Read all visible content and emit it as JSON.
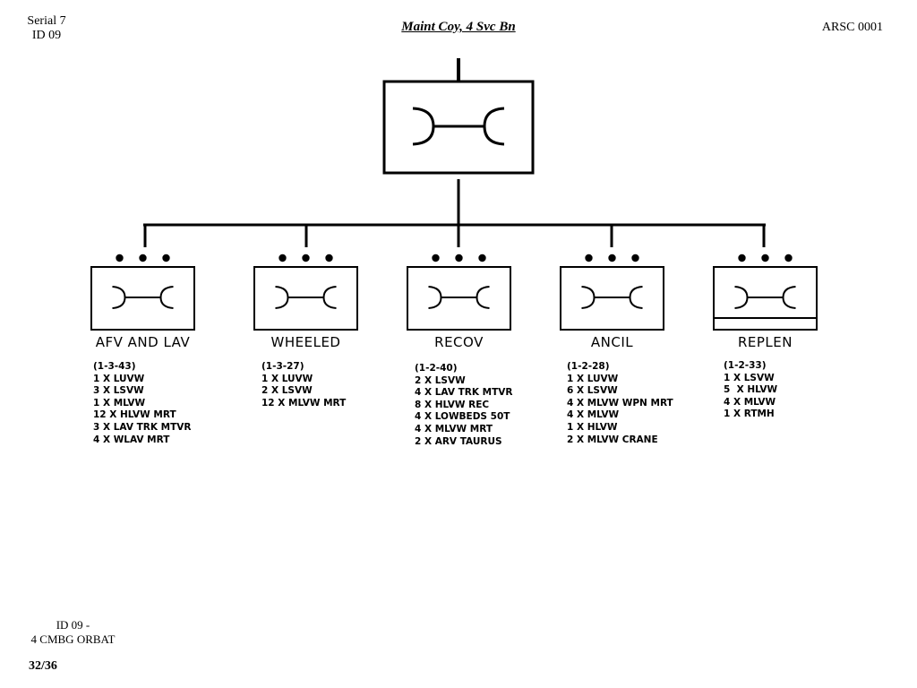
{
  "header": {
    "serial_line1": "Serial 7",
    "serial_line2": "ID 09",
    "title": "Maint Coy, 4 Svc Bn",
    "ref": "ARSC 0001"
  },
  "units": [
    {
      "label": "AFV AND LAV",
      "strength": "(1-3-43)",
      "items": [
        "1 X LUVW",
        "3 X LSVW",
        "1 X MLVW",
        "12 X HLVW MRT",
        "3 X LAV TRK MTVR",
        "4 X WLAV MRT"
      ]
    },
    {
      "label": "WHEELED",
      "strength": "(1-3-27)",
      "items": [
        "1 X LUVW",
        "2 X LSVW",
        "12 X MLVW MRT"
      ]
    },
    {
      "label": "RECOV",
      "strength": "(1-2-40)",
      "items": [
        "2 X LSVW",
        "4 X LAV TRK MTVR",
        "8 X HLVW REC",
        "4 X LOWBEDS 50T",
        "4 X MLVW MRT",
        "2 X ARV TAURUS"
      ]
    },
    {
      "label": "ANCIL",
      "strength": "(1-2-28)",
      "items": [
        "1 X LUVW",
        "6 X LSVW",
        "4 X MLVW WPN MRT",
        "4 X MLVW",
        "1 X HLVW",
        "2 X MLVW CRANE"
      ]
    },
    {
      "label": "REPLEN",
      "strength": "(1-2-33)",
      "items": [
        "1 X LSVW",
        "5  X HLVW",
        "4 X MLVW",
        "1 X RTMH"
      ]
    }
  ],
  "footer": {
    "line1": "ID 09 -",
    "line2": "4 CMBG ORBAT",
    "page": "32/36"
  }
}
